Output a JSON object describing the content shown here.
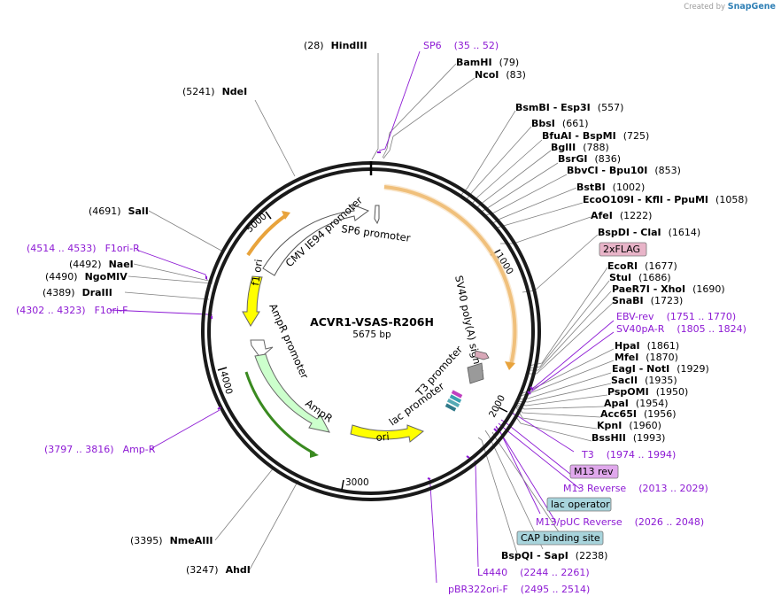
{
  "credit": {
    "prefix": "Created by",
    "brand": "SnapGene"
  },
  "plasmid": {
    "name": "ACVR1-VSAS-R206H",
    "size": "5675 bp",
    "length": 5675
  },
  "ticks": [
    "1000",
    "2000",
    "3000",
    "4000",
    "5000"
  ],
  "sites": [
    {
      "pos": "(28)",
      "name": "HindIII"
    },
    {
      "pos": "(79)",
      "name": "BamHI"
    },
    {
      "pos": "(83)",
      "name": "NcoI"
    },
    {
      "pos": "(557)",
      "name": "BsmBI - Esp3I"
    },
    {
      "pos": "(661)",
      "name": "BbsI"
    },
    {
      "pos": "(725)",
      "name": "BfuAI - BspMI"
    },
    {
      "pos": "(788)",
      "name": "BglII"
    },
    {
      "pos": "(836)",
      "name": "BsrGI"
    },
    {
      "pos": "(853)",
      "name": "BbvCI - Bpu10I"
    },
    {
      "pos": "(1002)",
      "name": "BstBI"
    },
    {
      "pos": "(1058)",
      "name": "EcoO109I - KflI - PpuMI"
    },
    {
      "pos": "(1222)",
      "name": "AfeI"
    },
    {
      "pos": "(1614)",
      "name": "BspDI - ClaI"
    },
    {
      "pos": "(1677)",
      "name": "EcoRI"
    },
    {
      "pos": "(1686)",
      "name": "StuI"
    },
    {
      "pos": "(1690)",
      "name": "PaeR7I - XhoI"
    },
    {
      "pos": "(1723)",
      "name": "SnaBI"
    },
    {
      "pos": "(1861)",
      "name": "HpaI"
    },
    {
      "pos": "(1870)",
      "name": "MfeI"
    },
    {
      "pos": "(1929)",
      "name": "EagI - NotI"
    },
    {
      "pos": "(1935)",
      "name": "SacII"
    },
    {
      "pos": "(1950)",
      "name": "PspOMI"
    },
    {
      "pos": "(1954)",
      "name": "ApaI"
    },
    {
      "pos": "(1956)",
      "name": "Acc65I"
    },
    {
      "pos": "(1960)",
      "name": "KpnI"
    },
    {
      "pos": "(1993)",
      "name": "BssHII"
    },
    {
      "pos": "(2238)",
      "name": "BspQI - SapI"
    },
    {
      "pos": "(3247)",
      "name": "AhdI"
    },
    {
      "pos": "(3395)",
      "name": "NmeAIII"
    },
    {
      "pos": "(4389)",
      "name": "DraIII"
    },
    {
      "pos": "(4490)",
      "name": "NgoMIV"
    },
    {
      "pos": "(4492)",
      "name": "NaeI"
    },
    {
      "pos": "(4691)",
      "name": "SalI"
    },
    {
      "pos": "(5241)",
      "name": "NdeI"
    }
  ],
  "primers": [
    {
      "name": "SP6",
      "range": "(35 .. 52)"
    },
    {
      "name": "EBV-rev",
      "range": "(1751 .. 1770)"
    },
    {
      "name": "SV40pA-R",
      "range": "(1805 .. 1824)"
    },
    {
      "name": "T3",
      "range": "(1974 .. 1994)"
    },
    {
      "name": "M13 Reverse",
      "range": "(2013 .. 2029)"
    },
    {
      "name": "M13/pUC Reverse",
      "range": "(2026 .. 2048)"
    },
    {
      "name": "L4440",
      "range": "(2244 .. 2261)"
    },
    {
      "name": "pBR322ori-F",
      "range": "(2495 .. 2514)"
    },
    {
      "name": "Amp-R",
      "range": "(3797 .. 3816)"
    },
    {
      "name": "F1ori-F",
      "range": "(4302 .. 4323)"
    },
    {
      "name": "F1ori-R",
      "range": "(4514 .. 4533)"
    }
  ],
  "boxed": [
    {
      "label": "2xFLAG",
      "color": "#e8b4c8"
    },
    {
      "label": "M13 rev",
      "color": "#e0a8ec"
    },
    {
      "label": "lac operator",
      "color": "#a8d4dc"
    },
    {
      "label": "CAP binding site",
      "color": "#a8d4dc"
    }
  ],
  "features": {
    "cmv": "CMV IE94 promoter",
    "sp6": "SP6 promoter",
    "sv40": "SV40 poly(A) signal",
    "f1ori": "f1 ori",
    "ampr_promoter": "AmpR promoter",
    "ampr": "AmpR",
    "ori": "ori",
    "t3": "T3 promoter",
    "lac": "lac promoter"
  },
  "colors": {
    "backbone": "#1a1a1a",
    "orf": "#e8a33c",
    "origin": "#ffff00",
    "ampr": "#ccffcc",
    "promoter": "#ffffff",
    "primer": "#8d1ad4"
  }
}
